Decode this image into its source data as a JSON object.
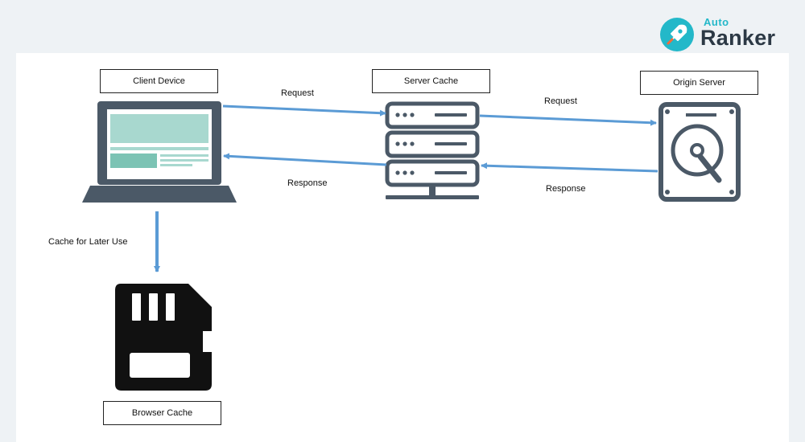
{
  "brand": {
    "small": "Auto",
    "big": "Ranker"
  },
  "nodes": {
    "client_device": "Client Device",
    "server_cache": "Server Cache",
    "origin_server": "Origin Server",
    "browser_cache": "Browser Cache"
  },
  "edges": {
    "client_to_server_request": "Request",
    "server_to_origin_request": "Request",
    "server_to_client_response": "Response",
    "origin_to_server_response": "Response",
    "client_to_browser_cache": "Cache for Later Use"
  },
  "colors": {
    "arrow": "#5b9bd5",
    "icon_dark": "#4b5967",
    "screen_fill": "#a8d8cf",
    "brand_accent": "#23b8c9",
    "brand_text": "#2c3945"
  }
}
